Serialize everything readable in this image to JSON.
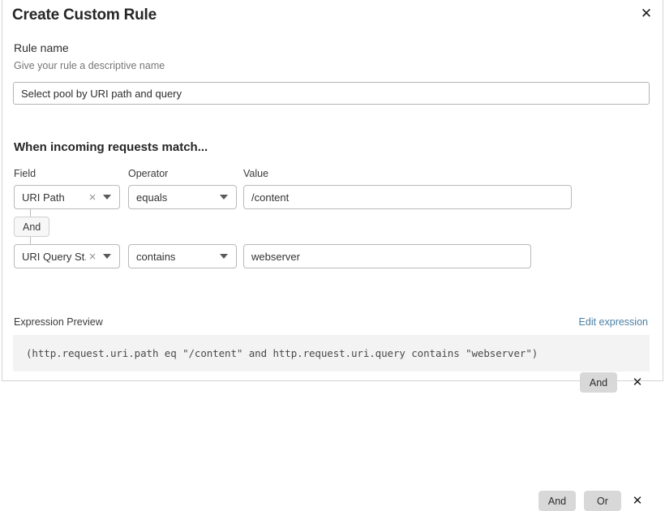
{
  "dialog": {
    "title": "Create Custom Rule",
    "close_icon": "close-icon"
  },
  "rule_name": {
    "label": "Rule name",
    "help": "Give your rule a descriptive name",
    "value": "Select pool by URI path and query",
    "placeholder": "Select pool by URI path and query"
  },
  "conditions": {
    "heading": "When incoming requests match...",
    "columns": {
      "field": "Field",
      "operator": "Operator",
      "value": "Value"
    },
    "connector": {
      "label": "And"
    },
    "rows": [
      {
        "field": "URI Path",
        "clear_icon": "clear-icon",
        "chevron_icon": "chevron-down-icon",
        "operator": "equals",
        "value": "/content",
        "value_placeholder": "Value",
        "and_label": "And",
        "delete_icon": "close-icon"
      },
      {
        "field": "URI Query St...",
        "clear_icon": "clear-icon",
        "chevron_icon": "chevron-down-icon",
        "operator": "contains",
        "value": "webserver",
        "value_placeholder": "Value",
        "and_label": "And",
        "or_label": "Or",
        "delete_icon": "close-icon"
      }
    ]
  },
  "expression": {
    "label": "Expression Preview",
    "edit_link": "Edit expression",
    "code": "(http.request.uri.path eq \"/content\" and http.request.uri.query contains \"webserver\")"
  },
  "colors": {
    "link": "#4a7fa5",
    "button_grey": "#d8d8d8",
    "code_bg": "#f3f3f3"
  }
}
